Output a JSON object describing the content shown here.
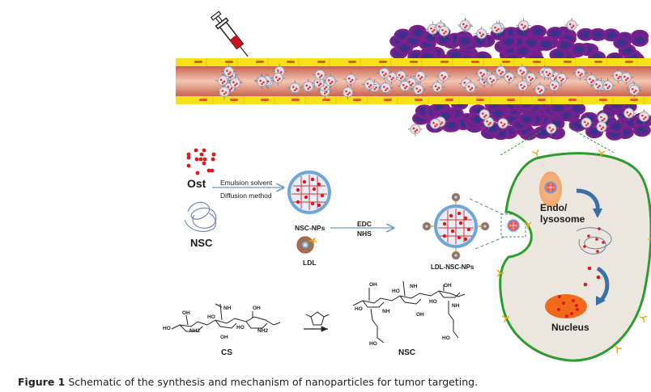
{
  "caption": {
    "label": "Figure 1",
    "text": "Schematic of the synthesis and mechanism of nanoparticles for tumor targeting."
  },
  "labels": {
    "ost": "Ost",
    "nsc": "NSC",
    "emulsion_1": "Emulsion solvent",
    "emulsion_2": "Diffusion method",
    "nsc_nps": "NSC-NPs",
    "ldl": "LDL",
    "edc": "EDC",
    "nhs": "NHS",
    "ldl_nsc_nps": "LDL-NSC-NPs",
    "endo_1": "Endo/",
    "endo_2": "lysosome",
    "nucleus": "Nucleus",
    "cs": "CS",
    "nsc_product": "NSC"
  },
  "chem": {
    "oh": "OH",
    "ho": "HO",
    "nh": "NH",
    "nh2": "NH2",
    "o": "O",
    "hooc": "HO"
  },
  "colors": {
    "drug_red": "#e0161b",
    "np_blue": "#6ea6d8",
    "vessel_yellow": "#f7e21a",
    "tumor_purple": "#8a1e8e",
    "cell_membrane": "#2e9b2e",
    "cell_fill": "#ebe7de",
    "nucleus_orange": "#f06a1a",
    "arrow_blue": "#3c6fa6"
  }
}
